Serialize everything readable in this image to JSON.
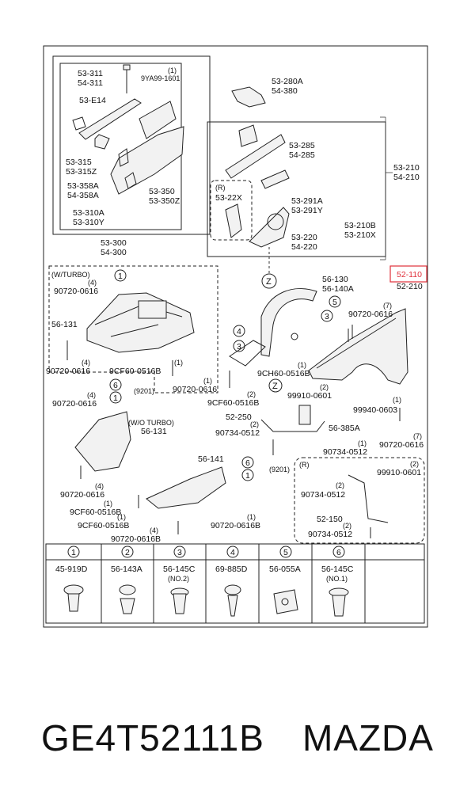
{
  "labels": {
    "p53_311": "53-311",
    "p54_311": "54-311",
    "p9ya99": "9YA99-1601",
    "q1a": "(1)",
    "p53_e14": "53-E14",
    "p53_315": "53-315",
    "p53_315z": "53-315Z",
    "p53_358a": "53-358A",
    "p54_358a": "54-358A",
    "p53_350": "53-350",
    "p53_350z": "53-350Z",
    "p53_310a": "53-310A",
    "p53_310y": "53-310Y",
    "p53_300": "53-300",
    "p54_300": "54-300",
    "p53_280a": "53-280A",
    "p54_380": "54-380",
    "p53_285": "53-285",
    "p54_285": "54-285",
    "r_tag1": "(R)",
    "p53_22x": "53-22X",
    "p53_291a": "53-291A",
    "p53_291y": "53-291Y",
    "p53_220": "53-220",
    "p54_220": "54-220",
    "p53_210b": "53-210B",
    "p53_210x": "53-210X",
    "p53_210": "53-210",
    "p54_210": "54-210",
    "p52_110": "52-110",
    "p52_210": "52-210",
    "w_turbo": "(W/TURBO)",
    "p90720_a": "90720-0616",
    "q4a": "(4)",
    "p56_131a": "56-131",
    "p90720_b": "90720-0616",
    "q4b": "(4)",
    "p9cf60_a": "9CF60-0516B",
    "q1b": "(1)",
    "p90720_c": "90720-0616",
    "q1c": "(1)",
    "p56_130": "56-130",
    "p56_140a": "56-140A",
    "p90720_d": "90720-0616",
    "q7a": "(7)",
    "p9ch60": "9CH60-0516B",
    "q1d": "(1)",
    "p9cf60_b": "9CF60-0516B",
    "q2a": "(2)",
    "p9201a": "(9201)",
    "p99910_a": "99910-0601",
    "q2b": "(2)",
    "p99940": "99940-0603",
    "q1e": "(1)",
    "p52_250": "52-250",
    "p90734_a": "90734-0512",
    "q2c": "(2)",
    "p90720_e": "90720-0616",
    "q4c": "(4)",
    "wo_turbo": "(W/O TURBO)",
    "p56_131b": "56-131",
    "p56_385a": "56-385A",
    "p90734_b": "90734-0512",
    "q1f": "(1)",
    "p90720_f": "90720-0616",
    "q7b": "(7)",
    "p56_141": "56-141",
    "p9201b": "(9201)",
    "r_tag2": "(R)",
    "p90734_c": "90734-0512",
    "q2d": "(2)",
    "p99910_b": "99910-0601",
    "q2e": "(2)",
    "p90720_g": "90720-0616",
    "q4d": "(4)",
    "p9cf60_c": "9CF60-0516B",
    "q1g": "(1)",
    "p9cf60_d": "9CF60-0516B",
    "q1h": "(1)",
    "p90720_h": "90720-0616B",
    "q4e": "(4)",
    "p90720_i": "90720-0616B",
    "q1i": "(1)",
    "p52_150": "52-150",
    "p90734_d": "90734-0512",
    "q2f": "(2)",
    "z": "Z"
  },
  "legend": [
    {
      "num": "1",
      "part": "45-919D",
      "note": ""
    },
    {
      "num": "2",
      "part": "56-143A",
      "note": ""
    },
    {
      "num": "3",
      "part": "56-145C",
      "note": "(NO.2)"
    },
    {
      "num": "4",
      "part": "69-885D",
      "note": ""
    },
    {
      "num": "5",
      "part": "56-055A",
      "note": ""
    },
    {
      "num": "6",
      "part": "56-145C",
      "note": "(NO.1)"
    }
  ],
  "highlight_color": "#e0303a",
  "footer": {
    "part_number": "GE4T52111B",
    "brand": "MAZDA"
  }
}
